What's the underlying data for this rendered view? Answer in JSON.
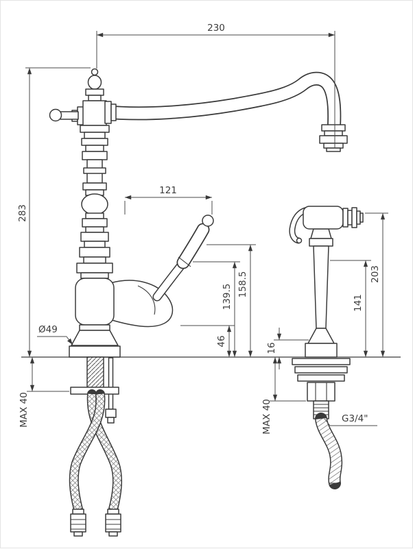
{
  "page": {
    "background": "#ffffff",
    "line_color": "#3a3a3a",
    "subject": "technical dimension drawing of classic single-lever kitchen faucet with side hand spray"
  },
  "drawing": {
    "dimensions": {
      "spout_reach": "230",
      "overall_height": "283",
      "lever_reach": "121",
      "lever_height": "139.5",
      "lever_top_height": "158.5",
      "base_height": "46",
      "spray_total_height": "203",
      "spray_body_height": "141",
      "spray_base_height": "16",
      "max_deck_left": "MAX 40",
      "max_deck_right": "MAX 40",
      "base_diameter": "Ø49",
      "thread": "G3/4\""
    }
  }
}
